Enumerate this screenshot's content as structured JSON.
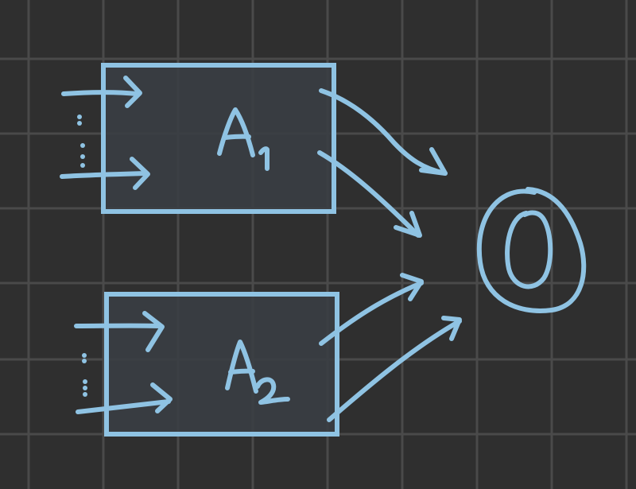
{
  "colors": {
    "background": "#2f2f2f",
    "grid": "#4a4a4a",
    "ink": "#8fc3e3",
    "box_fill": "#3a3e44"
  },
  "boxes": [
    {
      "label": "A",
      "subscript": "1",
      "inputs": 2,
      "outputs": 2
    },
    {
      "label": "A",
      "subscript": "2",
      "inputs": 2,
      "outputs": 2
    }
  ],
  "output_node": {
    "label": "0"
  },
  "icons": [
    "arrow-icon",
    "ellipsis-dots-icon"
  ]
}
